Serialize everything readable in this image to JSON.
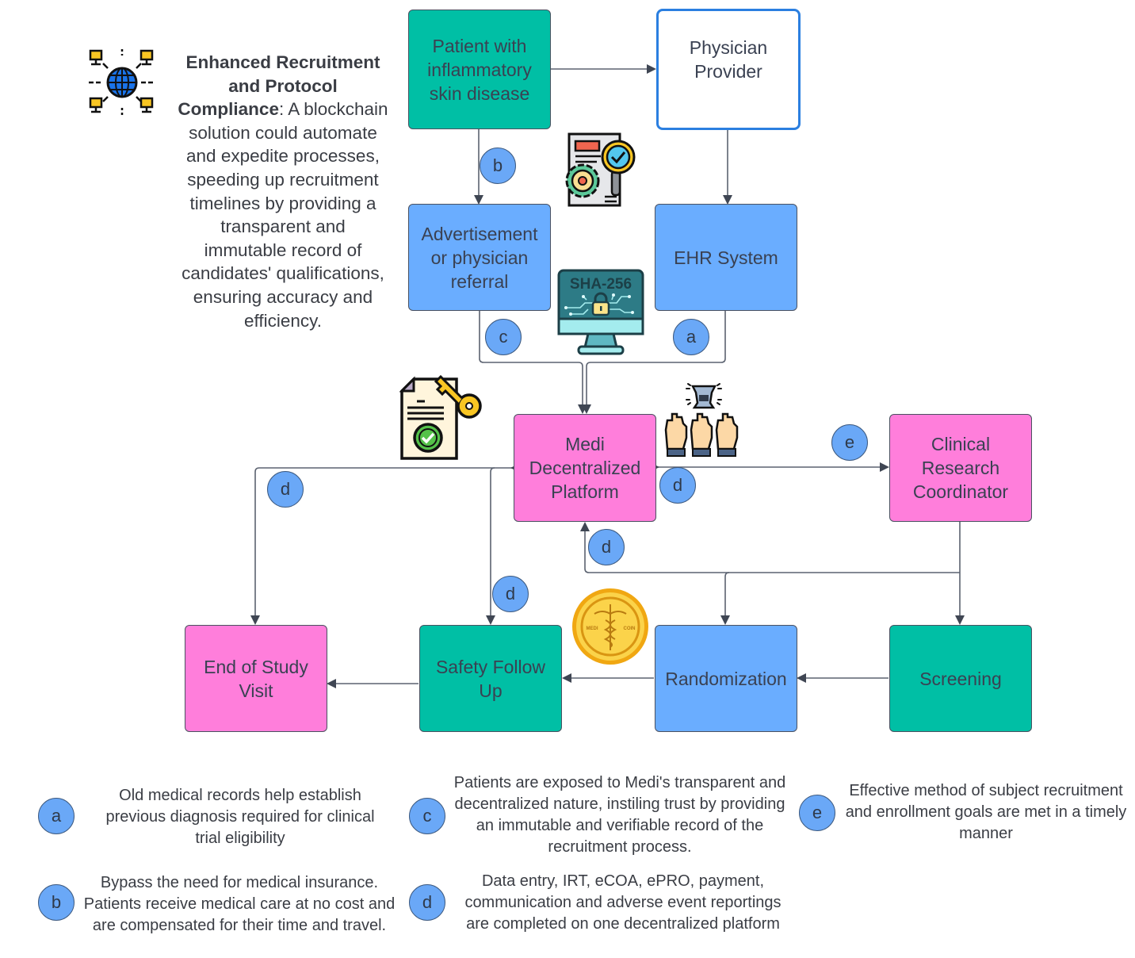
{
  "sidebar_note": {
    "title": "Enhanced Recruitment and Protocol Compliance",
    "title_suffix": ":",
    "body": "A blockchain solution could automate and expedite processes, speeding up recruitment timelines by providing a transparent and immutable record of candidates' qualifications, ensuring accuracy and efficiency."
  },
  "nodes": {
    "patient": "Patient with inflammatory skin disease",
    "physician": "Physician Provider",
    "advertisement": "Advertisement or physician referral",
    "ehr": "EHR System",
    "platform": "Medi Decentralized Platform",
    "coordinator": "Clinical Research Coordinator",
    "end_of_study": "End of Study Visit",
    "safety": "Safety Follow Up",
    "randomization": "Randomization",
    "screening": "Screening"
  },
  "edge_badges": {
    "b": "b",
    "c": "c",
    "a": "a",
    "e": "e",
    "d": "d"
  },
  "icons": {
    "network": "network-globe-icon",
    "document_search": "document-search-gear-icon",
    "monitor_lock": "sha256-monitor-lock-icon",
    "monitor_label": "SHA-256",
    "contract_key": "contract-key-icon",
    "voting_hands": "voting-hands-icon",
    "coin": "medicoin-icon",
    "coin_left": "MEDI",
    "coin_right": "COIN"
  },
  "legend": [
    {
      "key": "a",
      "text": "Old medical records help establish previous diagnosis required for clinical trial eligibility"
    },
    {
      "key": "b",
      "text": "Bypass the need for medical insurance. Patients receive medical care at no cost and are compensated for their time and travel."
    },
    {
      "key": "c",
      "text": "Patients are exposed to Medi's transparent and decentralized nature, instiling trust by providing an immutable and verifiable record of the recruitment process."
    },
    {
      "key": "d",
      "text": "Data entry, IRT, eCOA, ePRO, payment, communication and adverse event reportings are completed on one decentralized platform"
    },
    {
      "key": "e",
      "text": "Effective method of subject recruitment and enrollment goals are met in a timely manner"
    }
  ],
  "colors": {
    "teal": "#00bfa5",
    "blue": "#6aadff",
    "pink": "#ff7edb",
    "provider_border": "#2b7fe0",
    "badge": "#6aa8f7",
    "line": "#4a5160"
  }
}
